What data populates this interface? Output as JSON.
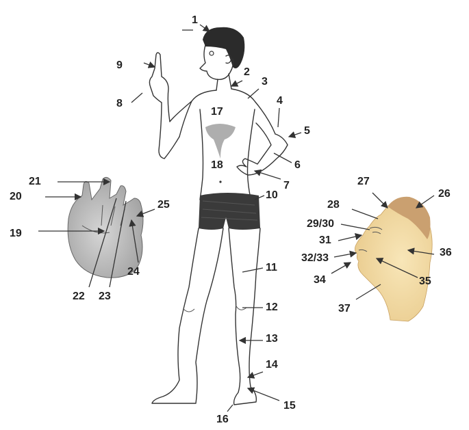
{
  "labels": {
    "n1": "1",
    "n2": "2",
    "n3": "3",
    "n4": "4",
    "n5": "5",
    "n6": "6",
    "n7": "7",
    "n8": "8",
    "n9": "9",
    "n10": "10",
    "n11": "11",
    "n12": "12",
    "n13": "13",
    "n14": "14",
    "n15": "15",
    "n16": "16",
    "n17": "17",
    "n18": "18",
    "n19": "19",
    "n20": "20",
    "n21": "21",
    "n22": "22",
    "n23": "23",
    "n24": "24",
    "n25": "25",
    "n26": "26",
    "n27": "27",
    "n28": "28",
    "n29_30": "29/30",
    "n31": "31",
    "n32_33": "32/33",
    "n34": "34",
    "n35": "35",
    "n36": "36",
    "n37": "37"
  },
  "colors": {
    "background": "#ffffff",
    "ink": "#222222",
    "face_skin": "#f3d9a0",
    "hair": "#c9a070",
    "hand_shade": "#9a9a9a"
  }
}
